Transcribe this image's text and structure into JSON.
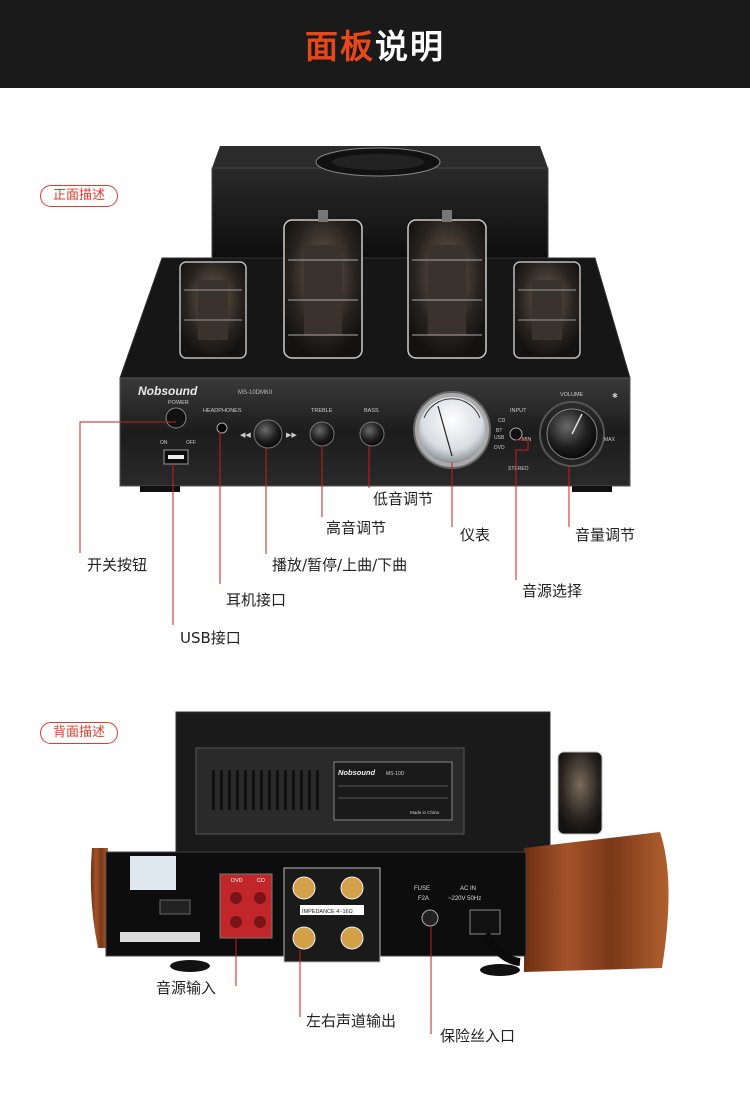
{
  "header": {
    "title_red": "面板",
    "title_white": "说明"
  },
  "front": {
    "tag": "正面描述",
    "brand": "Nobsound",
    "model": "MS-10DMKII",
    "panel_text": {
      "power": "POWER",
      "headphones": "HEADPHONES",
      "treble": "TREBLE",
      "bass": "BASS",
      "volume": "VOLUME",
      "input": "INPUT",
      "on": "ON",
      "off": "OFF",
      "cd": "CD",
      "bt": "BT",
      "usb": "USB",
      "dvd": "DVD",
      "min": "MIN",
      "max": "MAX",
      "stereo": "STEREO"
    },
    "labels": {
      "bass": "低音调节",
      "treble": "高音调节",
      "meter": "仪表",
      "volume": "音量调节",
      "power": "开关按钮",
      "playback": "播放/暂停/上曲/下曲",
      "source": "音源选择",
      "headphone": "耳机接口",
      "usb": "USB接口"
    }
  },
  "back": {
    "tag": "背面描述",
    "panel_text": {
      "brand": "Nobsound",
      "model_plate": "MS-10D",
      "dvd": "DVD",
      "cd": "CD",
      "fuse": "FUSE",
      "fuse_rating": "F2A",
      "ac_in": "AC IN",
      "voltage": "~220V 50Hz",
      "made_in": "Made in China",
      "impedance": "IMPEDANCE 4~16Ω"
    },
    "labels": {
      "input": "音源输入",
      "output": "左右声道输出",
      "fuse": "保险丝入口"
    }
  },
  "colors": {
    "accent": "#e8471c",
    "line": "#c81e1e",
    "tag": "#e33b2a"
  }
}
